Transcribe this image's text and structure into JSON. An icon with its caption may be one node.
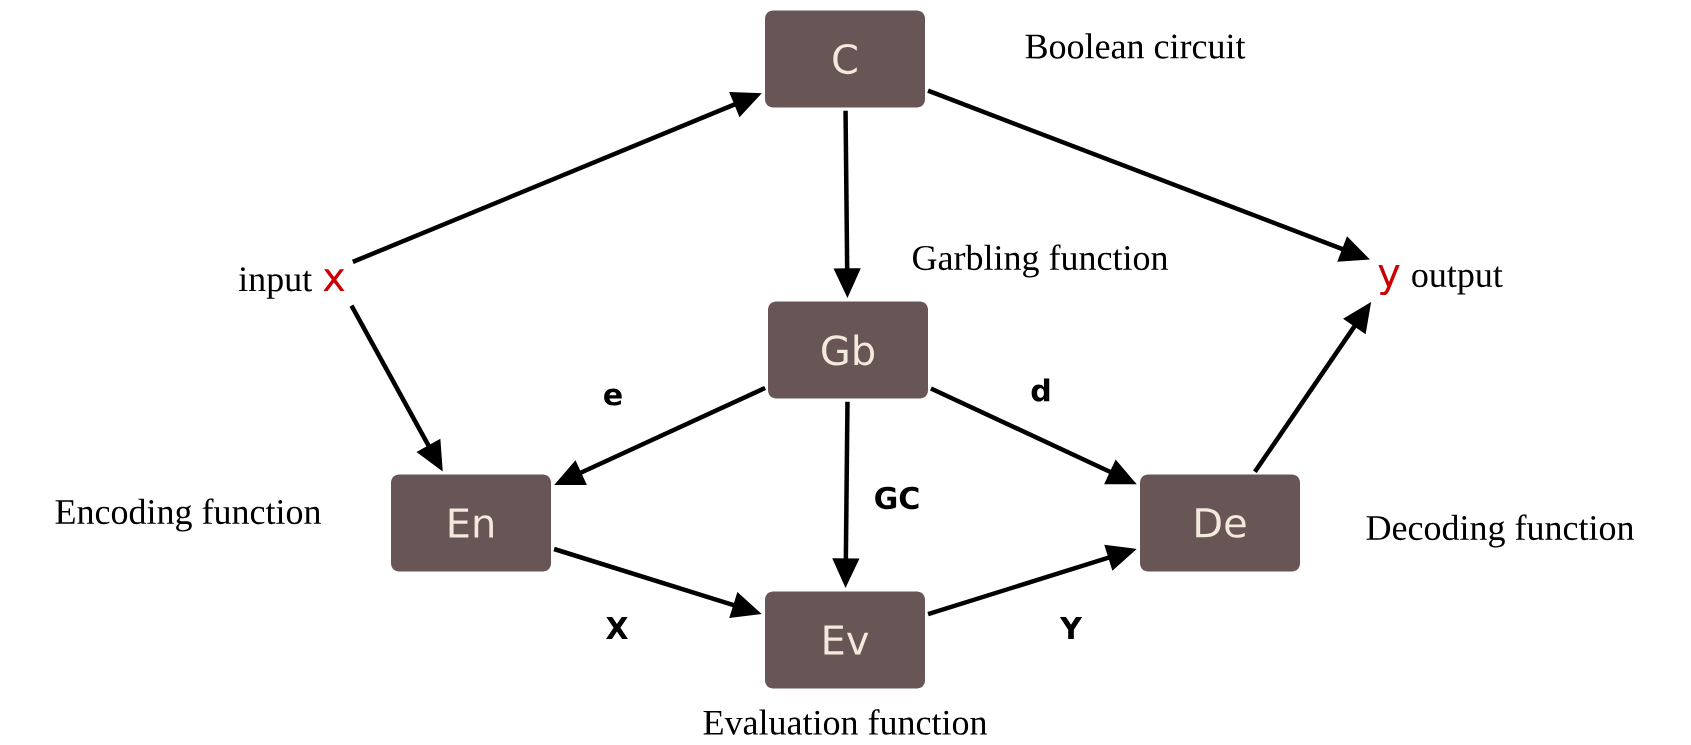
{
  "diagram": {
    "nodes": [
      {
        "text": [
          "input",
          "x"
        ]
      },
      {
        "text": [
          "C"
        ],
        "beside": [
          "Boolean circuit"
        ]
      },
      {
        "text": [
          "Gb"
        ],
        "beside": [
          "Garbling function"
        ]
      },
      {
        "text": [
          "En"
        ],
        "beside": [
          "Encoding function"
        ]
      },
      {
        "text": [
          "Ev"
        ],
        "beside": [
          "Evaluation function"
        ]
      },
      {
        "text": [
          "De"
        ],
        "beside": [
          "Decoding function"
        ]
      },
      {
        "text": [
          "y",
          "output"
        ]
      }
    ],
    "edges": [
      {
        "from": 0,
        "to": 1,
        "arrow": "to"
      },
      {
        "from": 0,
        "to": 3,
        "arrow": "to"
      },
      {
        "from": 1,
        "to": 2,
        "arrow": "to"
      },
      {
        "from": 1,
        "to": 6,
        "arrow": "to"
      },
      {
        "from": 2,
        "to": 3,
        "arrow": "to",
        "label": "e"
      },
      {
        "from": 2,
        "to": 5,
        "arrow": "to",
        "label": "d"
      },
      {
        "from": 2,
        "to": 4,
        "arrow": "to",
        "label": "GC"
      },
      {
        "from": 3,
        "to": 4,
        "arrow": "to",
        "label": "X"
      },
      {
        "from": 4,
        "to": 5,
        "arrow": "to",
        "label": "Y"
      },
      {
        "from": 5,
        "to": 6,
        "arrow": "to"
      }
    ]
  }
}
